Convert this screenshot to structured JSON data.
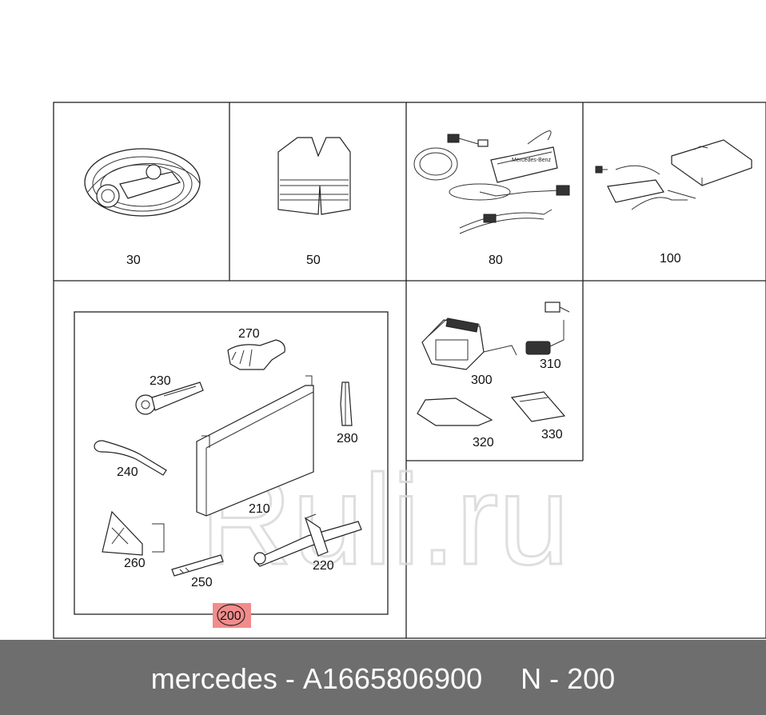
{
  "cells": [
    {
      "id": "30",
      "label": "30"
    },
    {
      "id": "50",
      "label": "50"
    },
    {
      "id": "80",
      "label": "80"
    },
    {
      "id": "100",
      "label": "100"
    },
    {
      "id": "300",
      "label": "300"
    },
    {
      "id": "310",
      "label": "310"
    },
    {
      "id": "320",
      "label": "320"
    },
    {
      "id": "330",
      "label": "330"
    }
  ],
  "kit": {
    "highlight_label": "200",
    "highlight_color": "#f28c8c",
    "parts": {
      "p270": "270",
      "p230": "230",
      "p280": "280",
      "p240": "240",
      "p210": "210",
      "p260": "260",
      "p250": "250",
      "p220": "220"
    }
  },
  "watermark": "Ruli.ru",
  "footer": {
    "brand": "mercedes",
    "dash1": "-",
    "part_number": "A1665806900",
    "position_prefix": "N",
    "dash2": "-",
    "position_number": "200"
  }
}
